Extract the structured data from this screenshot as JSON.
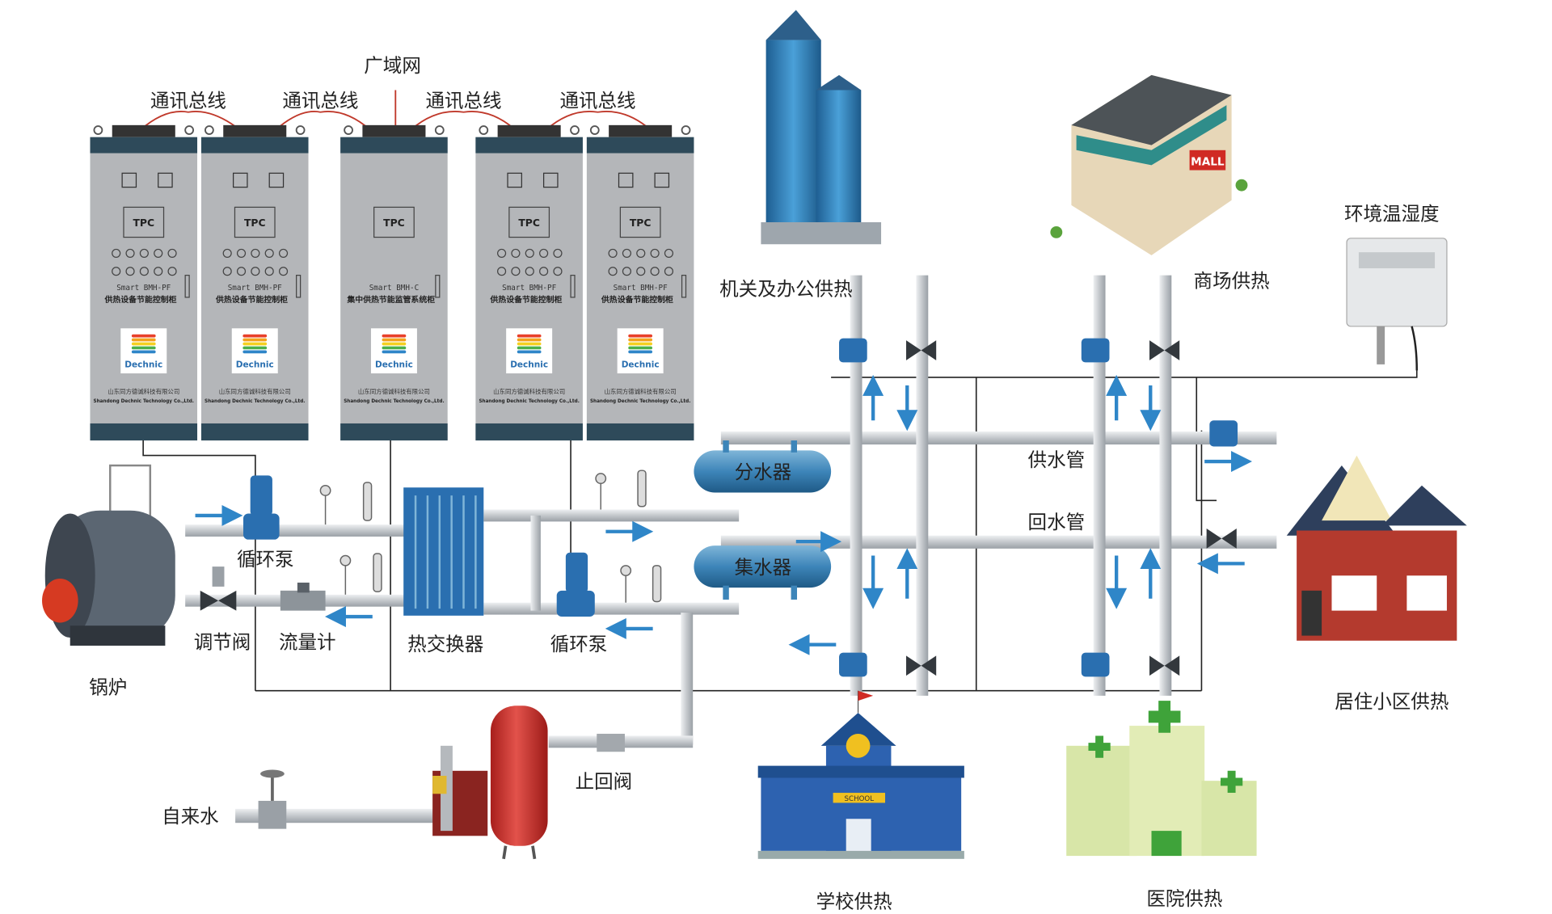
{
  "network": {
    "wan_label": "广域网",
    "bus_labels": [
      "通讯总线",
      "通讯总线",
      "通讯总线",
      "通讯总线"
    ]
  },
  "cabinets": [
    {
      "tpc": "TPC",
      "model": "Smart BMH-PF",
      "name": "供热设备节能控制柜",
      "logo": "Dechnic",
      "company_cn": "山东同方德诚科技有限公司",
      "company_en": "Shandong Dechnic Technology Co.,Ltd.",
      "lights": true
    },
    {
      "tpc": "TPC",
      "model": "Smart BMH-PF",
      "name": "供热设备节能控制柜",
      "logo": "Dechnic",
      "company_cn": "山东同方德诚科技有限公司",
      "company_en": "Shandong Dechnic Technology Co.,Ltd.",
      "lights": true
    },
    {
      "tpc": "TPC",
      "model": "Smart BMH-C",
      "name": "集中供热节能监管系统柜",
      "logo": "Dechnic",
      "company_cn": "山东同方德诚科技有限公司",
      "company_en": "Shandong Dechnic Technology Co.,Ltd.",
      "lights": false
    },
    {
      "tpc": "TPC",
      "model": "Smart BMH-PF",
      "name": "供热设备节能控制柜",
      "logo": "Dechnic",
      "company_cn": "山东同方德诚科技有限公司",
      "company_en": "Shandong Dechnic Technology Co.,Ltd.",
      "lights": true
    },
    {
      "tpc": "TPC",
      "model": "Smart BMH-PF",
      "name": "供热设备节能控制柜",
      "logo": "Dechnic",
      "company_cn": "山东同方德诚科技有限公司",
      "company_en": "Shandong Dechnic Technology Co.,Ltd.",
      "lights": true
    }
  ],
  "labels": {
    "boiler": "锅炉",
    "pump1": "循环泵",
    "valve": "调节阀",
    "flowmeter": "流量计",
    "heat_exchanger": "热交换器",
    "pump2": "循环泵",
    "distributor": "分水器",
    "collector": "集水器",
    "supply_pipe": "供水管",
    "return_pipe": "回水管",
    "check_valve": "止回阀",
    "tap_water": "自来水",
    "office": "机关及办公供热",
    "mall": "商场供热",
    "mall_sign": "MALL",
    "env_sensor": "环境温湿度",
    "residential": "居住小区供热",
    "school": "学校供热",
    "school_sign": "SCHOOL",
    "hospital": "医院供热"
  },
  "colors": {
    "pipe": "#c9ccd0",
    "arrow": "#2f86c8",
    "cabinet_body": "#b4b6b9",
    "cabinet_band": "#2e4a5a",
    "pump": "#2a6fb0",
    "tank": "#d2322d"
  }
}
